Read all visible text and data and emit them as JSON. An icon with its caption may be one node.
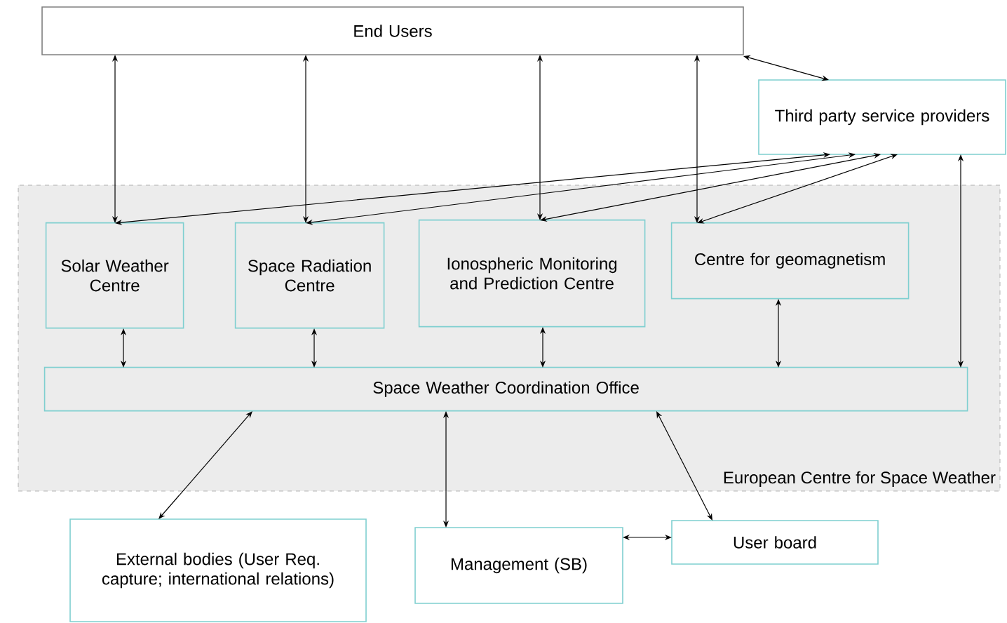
{
  "diagram": {
    "nodes": [
      {
        "text": [
          "End Users"
        ]
      },
      {
        "text": [
          "Third party service providers"
        ]
      },
      {
        "text": [
          "European Centre for Space Weather"
        ]
      },
      {
        "text": [
          "Solar Weather Centre"
        ],
        "in": 2
      },
      {
        "text": [
          "Space Radiation Centre"
        ],
        "in": 2
      },
      {
        "text": [
          "Ionospheric Monitoring and Prediction Centre"
        ],
        "in": 2
      },
      {
        "text": [
          "Centre for geomagnetism"
        ],
        "in": 2
      },
      {
        "text": [
          "Space Weather Coordination Office"
        ],
        "in": 2
      },
      {
        "text": [
          "External bodies (User Req. capture; international relations)"
        ]
      },
      {
        "text": [
          "Management (SB)"
        ]
      },
      {
        "text": [
          "User board"
        ]
      }
    ],
    "edges": [
      {
        "from": 0,
        "to": 3,
        "arrow": "both"
      },
      {
        "from": 0,
        "to": 4,
        "arrow": "both"
      },
      {
        "from": 0,
        "to": 5,
        "arrow": "both"
      },
      {
        "from": 0,
        "to": 6,
        "arrow": "both"
      },
      {
        "from": 0,
        "to": 1,
        "arrow": "both"
      },
      {
        "from": 1,
        "to": 3,
        "arrow": "both"
      },
      {
        "from": 1,
        "to": 4,
        "arrow": "both"
      },
      {
        "from": 1,
        "to": 5,
        "arrow": "both"
      },
      {
        "from": 1,
        "to": 6,
        "arrow": "both"
      },
      {
        "from": 3,
        "to": 7,
        "arrow": "both"
      },
      {
        "from": 4,
        "to": 7,
        "arrow": "both"
      },
      {
        "from": 5,
        "to": 7,
        "arrow": "both"
      },
      {
        "from": 6,
        "to": 7,
        "arrow": "both"
      },
      {
        "from": 1,
        "to": 7,
        "arrow": "both"
      },
      {
        "from": 7,
        "to": 8,
        "arrow": "both"
      },
      {
        "from": 7,
        "to": 9,
        "arrow": "both"
      },
      {
        "from": 7,
        "to": 10,
        "arrow": "both"
      },
      {
        "from": 9,
        "to": 10,
        "arrow": "both"
      }
    ]
  }
}
